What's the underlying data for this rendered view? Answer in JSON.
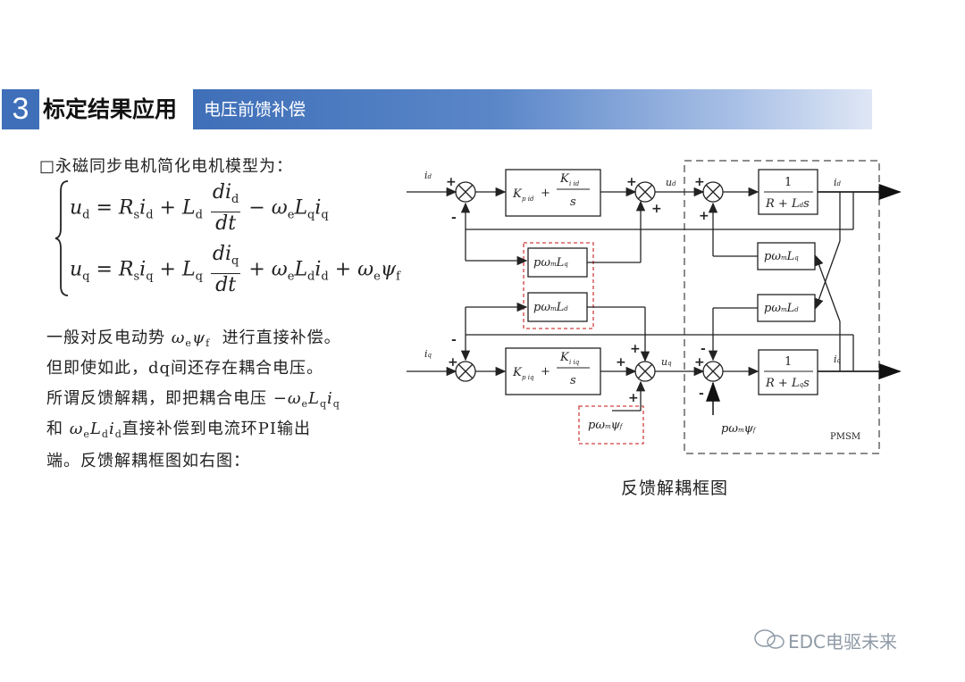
{
  "header": {
    "section_number": "3",
    "title": "标定结果应用",
    "subtitle": "电压前馈补偿"
  },
  "body": {
    "intro_line": "□永磁同步电机简化电机模型为：",
    "para_line1_pre": "一般对反电动势",
    "para_line1_post": "进行直接补偿。",
    "para_line2": "但即使如此，dq间还存在耦合电压。",
    "para_line3_pre": "所谓反馈解耦，即把耦合电压",
    "para_line4_post": "直接补偿到电流环PI输出",
    "para_line4_pre": "和",
    "para_line5": "端。反馈解耦框图如右图："
  },
  "diagram": {
    "caption": "反馈解耦框图",
    "pmsm_label": "PMSM"
  },
  "watermark": "EDC电驱未来",
  "colors": {
    "header_blue": "#3f6fb8",
    "dashed_red": "#d04040",
    "dashed_gray": "#666666"
  }
}
